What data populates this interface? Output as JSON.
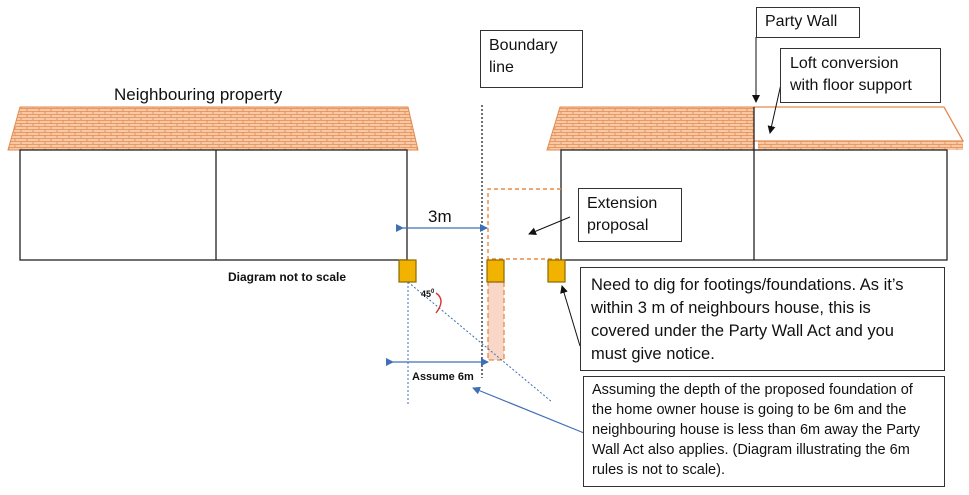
{
  "colors": {
    "roof_fill": "#f7c9a6",
    "roof_line": "#e58a4e",
    "house_line": "#222222",
    "footing": "#f2b300",
    "footing_border": "#8a6a00",
    "extension_dash": "#e98a40",
    "trench_fill": "#f8d6c8",
    "dimension_arrow": "#3f6fb5",
    "angle_arc": "#d0342c"
  },
  "labels": {
    "neighbouring_property": "Neighbouring property",
    "boundary_line": "Boundary\nline",
    "party_wall": "Party Wall",
    "loft_conversion": "Loft conversion\nwith floor support",
    "extension_proposal": "Extension\nproposal",
    "distance_3m": "3m",
    "diagram_not_to_scale": "Diagram not to scale",
    "angle_45": "45",
    "degree_sign": "0",
    "assume_6m": "Assume 6m",
    "note_3m": "Need to dig for footings/foundations. As it’s within 3 m of neighbours house, this is covered under the Party Wall Act and you must give notice.",
    "note_6m": "Assuming the depth of the proposed foundation of the home owner house is going to be 6m and the neighbouring house is less than 6m away the Party Wall Act also applies. (Diagram illustrating the 6m rules is not to scale)."
  }
}
